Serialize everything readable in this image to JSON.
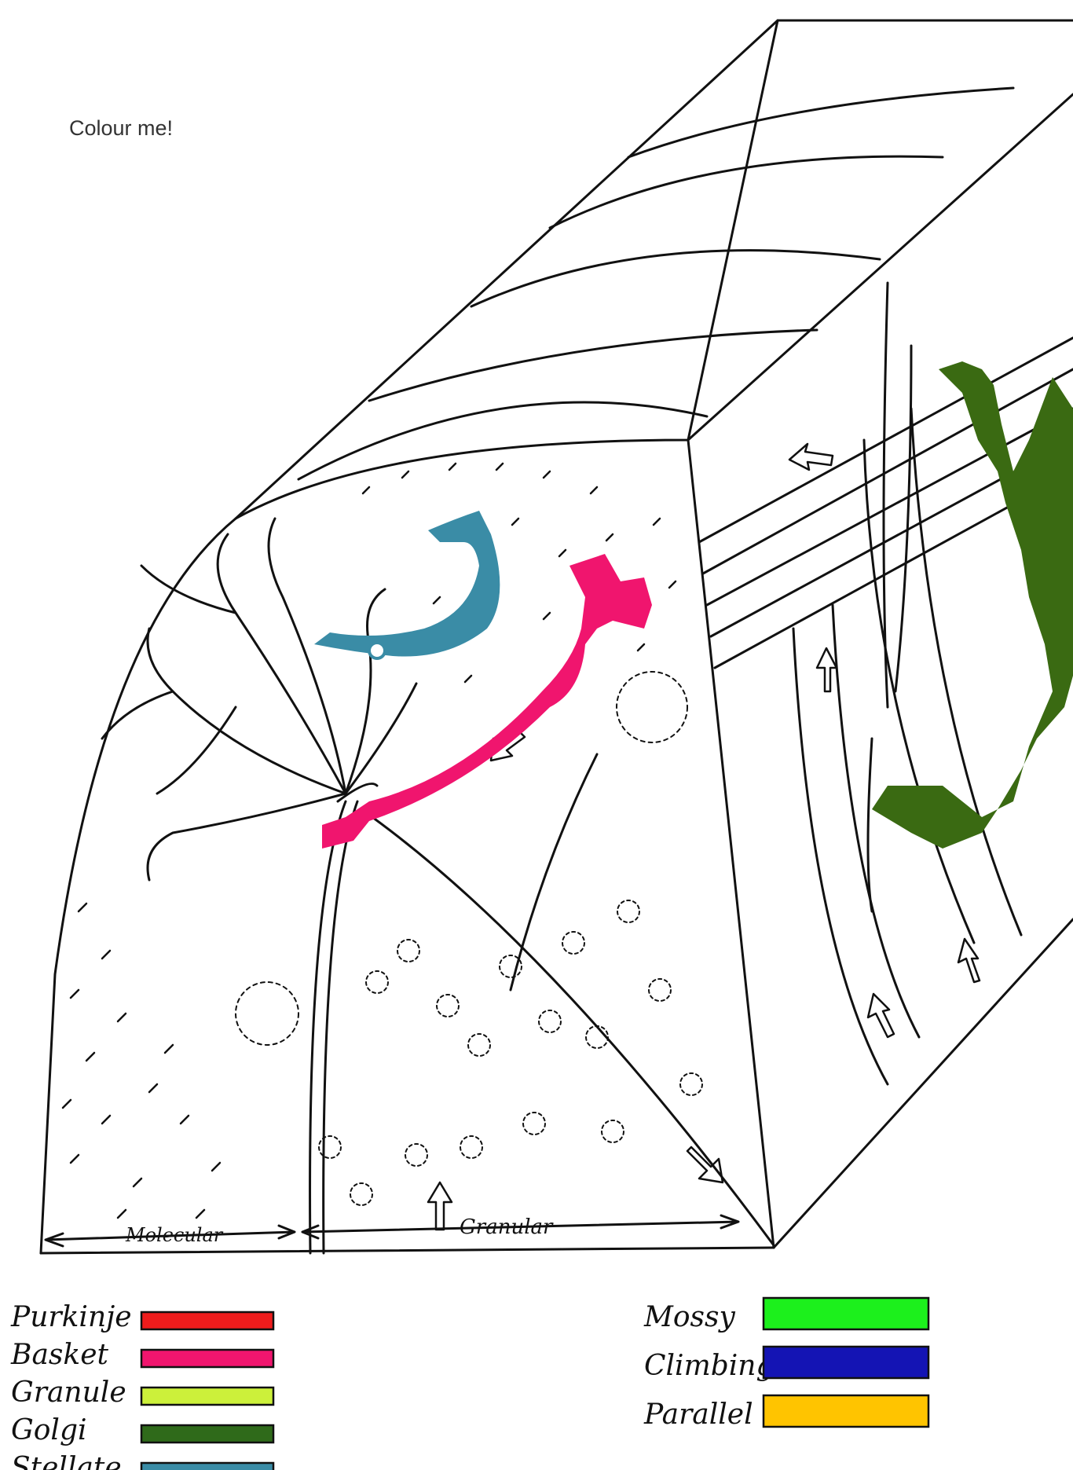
{
  "caption": "Colour me!",
  "layer_labels": {
    "molecular": "Molecular",
    "granular": "Granular"
  },
  "legend_left": [
    {
      "label": "Purkinje",
      "color": "#ee1c1c"
    },
    {
      "label": "Basket",
      "color": "#f0156e"
    },
    {
      "label": "Granule",
      "color": "#ccf03a"
    },
    {
      "label": "Golgi",
      "color": "#2f6a1a"
    },
    {
      "label": "Stellate",
      "color": "#3a8ca6"
    }
  ],
  "legend_right": [
    {
      "label": "Mossy",
      "color": "#1cf01c"
    },
    {
      "label": "Climbing",
      "color": "#1414b4"
    },
    {
      "label": "Parallel",
      "color": "#ffc400"
    }
  ],
  "colors": {
    "line": "#111111",
    "stellate_fill": "#3a8ca6",
    "basket_fill": "#f0156e",
    "golgi_fill": "#3a6a12"
  }
}
